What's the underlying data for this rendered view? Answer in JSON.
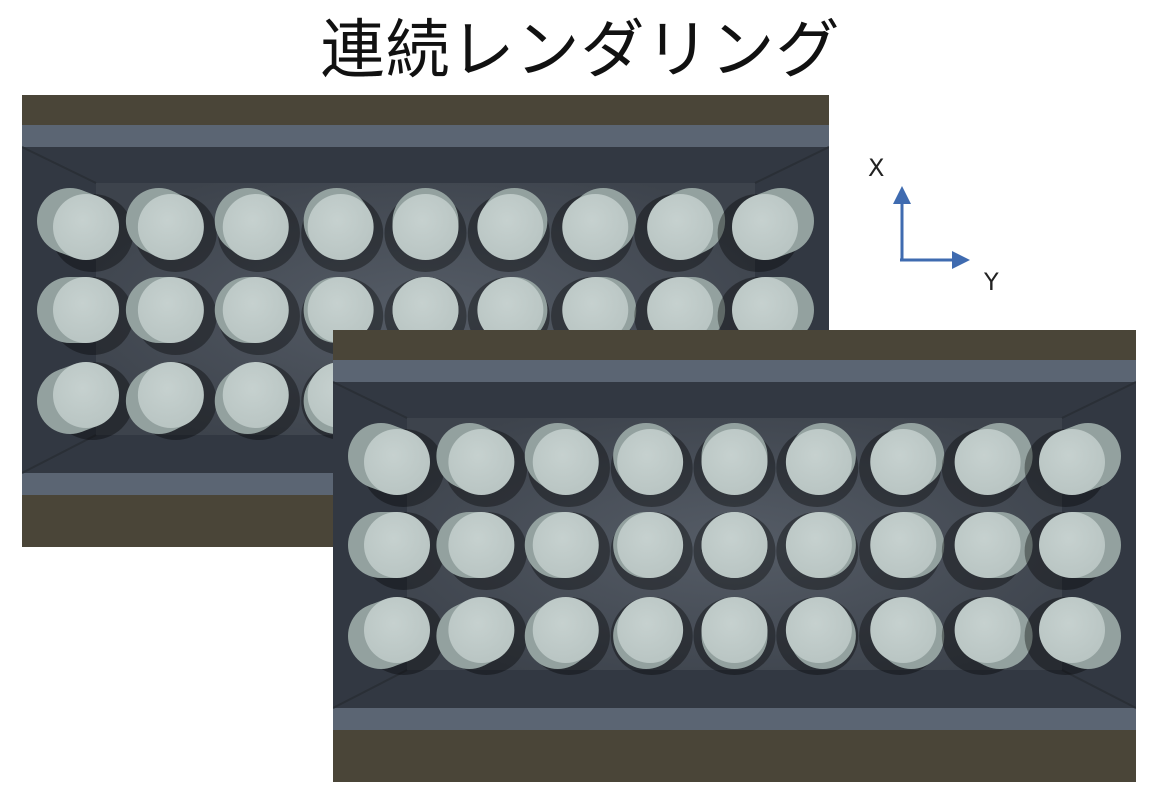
{
  "title": "連続レンダリング",
  "axes": {
    "x_label": "X",
    "y_label": "Y",
    "arrow_color": "#3f6bb0"
  },
  "colors": {
    "floor_dark": "#4a4538",
    "rail": "#5b6573",
    "box_wall": "#323842",
    "box_inner": "#3d434c",
    "cylinder_face": "#b8c4c2",
    "cylinder_side": "#93a19f"
  },
  "renders": [
    {
      "name": "render-back",
      "rows": 3,
      "cols": 9
    },
    {
      "name": "render-front",
      "rows": 3,
      "cols": 9
    }
  ]
}
